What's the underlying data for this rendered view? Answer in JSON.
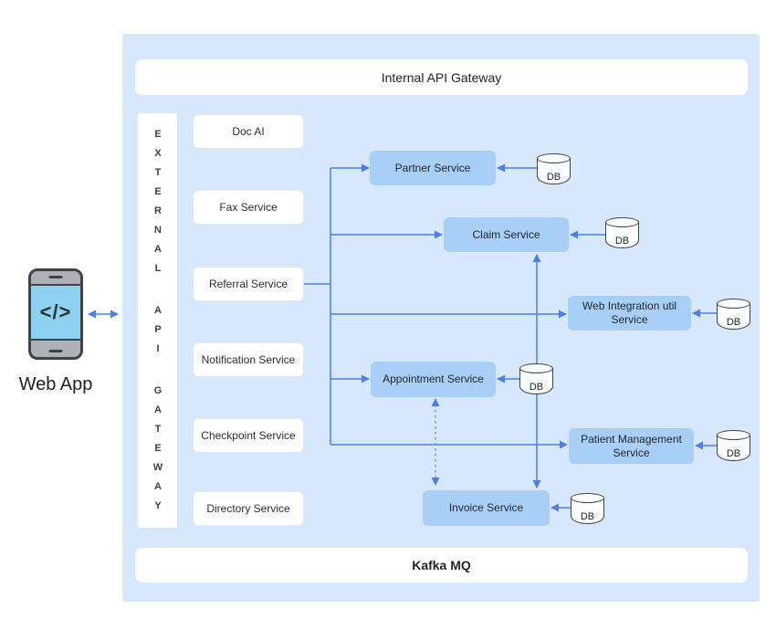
{
  "header": {
    "label": "Internal API Gateway"
  },
  "footer": {
    "label": "Kafka MQ"
  },
  "web_app": {
    "label": "Web App",
    "code_icon_glyph": "</>"
  },
  "external_gateway": {
    "words": [
      "EXTERNAL",
      "API",
      "GATEWAY"
    ]
  },
  "left_services": [
    {
      "label": "Doc AI"
    },
    {
      "label": "Fax Service"
    },
    {
      "label": "Referral Service"
    },
    {
      "label": "Notification Service"
    },
    {
      "label": "Checkpoint Service"
    },
    {
      "label": "Directory Service"
    }
  ],
  "blue_services": [
    {
      "label": "Partner Service"
    },
    {
      "label": "Claim Service"
    },
    {
      "label": "Web Integration util Service"
    },
    {
      "label": "Appointment Service"
    },
    {
      "label": "Patient Management Service"
    },
    {
      "label": "Invoice Service"
    }
  ],
  "database": {
    "label": "DB"
  },
  "edges": [
    {
      "from": "web-app",
      "to": "external-api-gateway",
      "style": "solid",
      "arrows": "both"
    },
    {
      "from": "referral-service",
      "to": "partner-service",
      "style": "solid",
      "arrows": "to"
    },
    {
      "from": "referral-service",
      "to": "claim-service",
      "style": "solid",
      "arrows": "to"
    },
    {
      "from": "referral-service",
      "to": "web-integration-util-service",
      "style": "solid",
      "arrows": "to"
    },
    {
      "from": "referral-service",
      "to": "appointment-service",
      "style": "solid",
      "arrows": "to"
    },
    {
      "from": "referral-service",
      "to": "patient-management-service",
      "style": "solid",
      "arrows": "to"
    },
    {
      "from": "partner-db",
      "to": "partner-service",
      "style": "solid",
      "arrows": "to"
    },
    {
      "from": "claim-db",
      "to": "claim-service",
      "style": "solid",
      "arrows": "to"
    },
    {
      "from": "web-integration-db",
      "to": "web-integration-util-service",
      "style": "solid",
      "arrows": "to"
    },
    {
      "from": "appointment-db",
      "to": "appointment-service",
      "style": "solid",
      "arrows": "to"
    },
    {
      "from": "patient-db",
      "to": "patient-management-service",
      "style": "solid",
      "arrows": "to"
    },
    {
      "from": "invoice-db",
      "to": "invoice-service",
      "style": "solid",
      "arrows": "to"
    },
    {
      "from": "invoice-service",
      "to": "claim-service",
      "style": "solid",
      "arrows": "both"
    },
    {
      "from": "appointment-service",
      "to": "invoice-service",
      "style": "dashed",
      "arrows": "both"
    }
  ],
  "colors": {
    "container_bg": "#d7e8fc",
    "service_box_fill": "#a8cff8",
    "arrow": "#4c80e6",
    "dashed_arrow": "#6d9aec",
    "phone_screen": "#8ed2f2",
    "phone_body": "#aeb2b8",
    "outline_dark": "#3f4347",
    "white_box": "#ffffff"
  }
}
